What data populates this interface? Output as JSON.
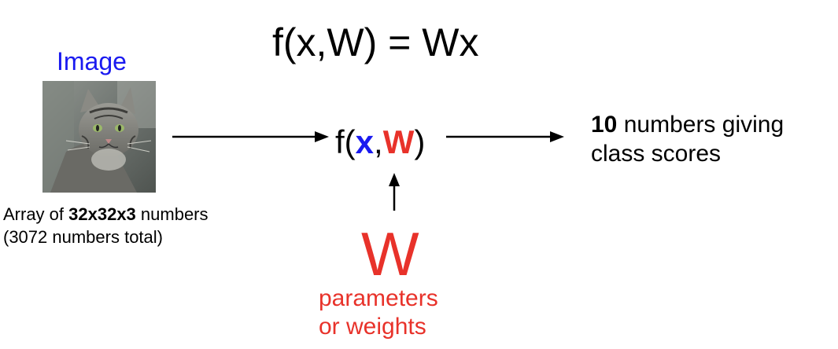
{
  "formula": "f(x,W) = Wx",
  "image_label": "Image",
  "array_desc": {
    "line1_prefix": "Array of ",
    "line1_bold": "32x32x3",
    "line1_suffix": " numbers",
    "line2": "(3072 numbers total)"
  },
  "func_call": {
    "prefix": "f(",
    "x": "x",
    "comma": ",",
    "w": "W",
    "suffix": ")"
  },
  "output_desc": {
    "bold": "10",
    "line1_rest": " numbers giving",
    "line2": "class scores"
  },
  "weights": {
    "symbol": "W",
    "line1": "parameters",
    "line2": "or weights"
  },
  "colors": {
    "image_label": "#1a1af0",
    "x_var": "#1a1af0",
    "w_var": "#e8322a",
    "weights_text": "#e8322a",
    "arrow": "#000000"
  },
  "image_icon": "cat-photo"
}
